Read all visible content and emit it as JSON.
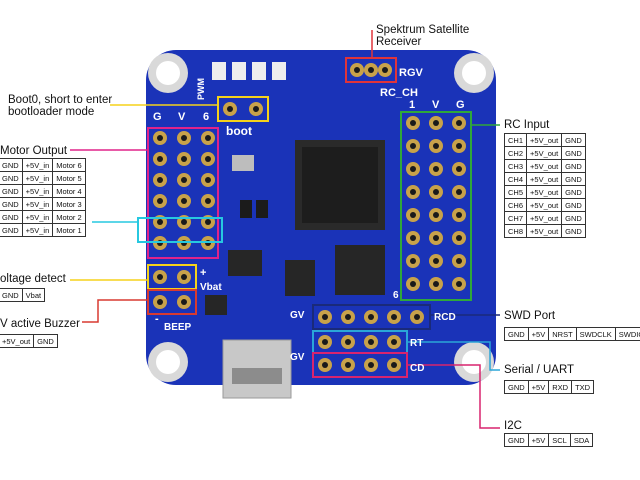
{
  "labels": {
    "spektrum": [
      "Spektrum Satellite",
      "Receiver"
    ],
    "boot0": [
      "Boot0, short to enter",
      "bootloader mode"
    ],
    "motor_output": "Motor Output",
    "rc_input": "RC Input",
    "voltage_detect": "oltage detect",
    "buzzer": "V active Buzzer",
    "swd_port": "SWD Port",
    "serial_uart": "Serial / UART",
    "i2c": "I2C"
  },
  "board_text": {
    "pwm": "PWM",
    "boot": "boot",
    "rgv": "RGV",
    "rc_ch": "RC_CH",
    "col_1": "1",
    "col_v": "V",
    "col_g": "G",
    "col_G": "G",
    "col_V": "V",
    "col_6": "6",
    "vbat": "Vbat",
    "beep": "BEEP",
    "gv": "GV",
    "gv2": "GV",
    "rcd": "RCD",
    "rt": "RT",
    "cd": "CD",
    "plus": "+",
    "minus": "-",
    "six": "6"
  },
  "tables": {
    "motor": [
      [
        "GND",
        "+5V_in",
        "Motor 6"
      ],
      [
        "GND",
        "+5V_in",
        "Motor 5"
      ],
      [
        "GND",
        "+5V_in",
        "Motor 4"
      ],
      [
        "GND",
        "+5V_in",
        "Motor 3"
      ],
      [
        "GND",
        "+5V_in",
        "Motor 2"
      ],
      [
        "GND",
        "+5V_in",
        "Motor 1"
      ]
    ],
    "rc": [
      [
        "CH1",
        "+5V_out",
        "GND"
      ],
      [
        "CH2",
        "+5V_out",
        "GND"
      ],
      [
        "CH3",
        "+5V_out",
        "GND"
      ],
      [
        "CH4",
        "+5V_out",
        "GND"
      ],
      [
        "CH5",
        "+5V_out",
        "GND"
      ],
      [
        "CH6",
        "+5V_out",
        "GND"
      ],
      [
        "CH7",
        "+5V_out",
        "GND"
      ],
      [
        "CH8",
        "+5V_out",
        "GND"
      ]
    ],
    "voltage": [
      [
        "GND",
        "Vbat"
      ]
    ],
    "buzzer": [
      [
        "+5V_out",
        "GND"
      ]
    ],
    "swd": [
      [
        "GND",
        "+5V",
        "NRST",
        "SWDCLK",
        "SWDIO"
      ]
    ],
    "serial": [
      [
        "GND",
        "+5V",
        "RXD",
        "TXD"
      ]
    ],
    "i2c": [
      [
        "GND",
        "+5V",
        "SCL",
        "SDA"
      ]
    ]
  },
  "colors": {
    "board": "#1a33b8",
    "board_dark": "#12258a",
    "pad_gold": "#c8a24a",
    "spektrum": "#e0343a",
    "boot0": "#f5d21a",
    "motor": "#e0238a",
    "motor_highlight": "#27c8e0",
    "rc": "#2fa83a",
    "voltage": "#f5d21a",
    "buzzer": "#d83a30",
    "swd": "#1a2a7a",
    "serial": "#2aa6d8",
    "i2c": "#d8246e"
  }
}
